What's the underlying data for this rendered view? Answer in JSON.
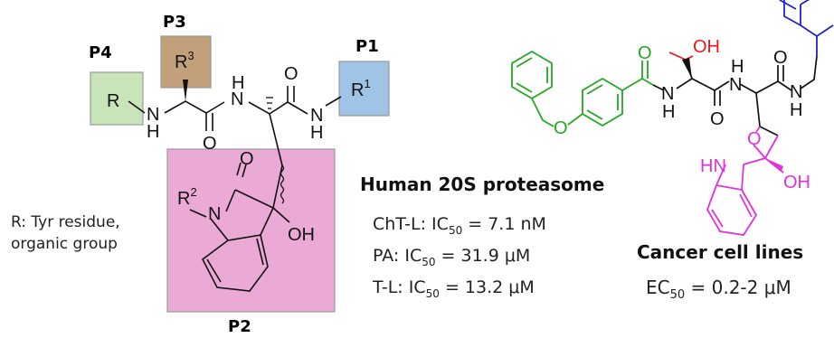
{
  "colors": {
    "p4_box": "#c9e4b9",
    "p3_box": "#c2a07a",
    "p1_box": "#9fc4e6",
    "p2_box": "#eba9d6",
    "box_border": "#9a9a9a",
    "bond": "#111111",
    "green": "#22a822",
    "red": "#e8181a",
    "blue": "#1f24c8",
    "magenta": "#e030e0"
  },
  "left_scaffold": {
    "pocket_labels": [
      "P4",
      "P3",
      "P1",
      "P2"
    ],
    "groups": {
      "r": "R",
      "r3": "R",
      "r3_sup": "3",
      "r1": "R",
      "r1_sup": "1",
      "r2": "R",
      "r2_sup": "2"
    },
    "atoms": {
      "nh1": "N",
      "h1": "H",
      "nh2": "N",
      "h2": "H",
      "nh3": "N",
      "h3": "H",
      "o1": "O",
      "o2": "O",
      "n_ring": "N",
      "o_ring": "O",
      "oh": "OH"
    },
    "r_note": [
      "R: Tyr residue,",
      "organic group"
    ]
  },
  "middle_text": {
    "heading": "Human 20S proteasome",
    "ic50_lines": [
      {
        "prefix": "ChT-L: IC",
        "sub": "50",
        "value": " = 7.1 nM"
      },
      {
        "prefix": "PA: IC",
        "sub": "50",
        "value": " = 31.9 μM"
      },
      {
        "prefix": "T-L: IC",
        "sub": "50",
        "value": " = 13.2 μM"
      }
    ]
  },
  "right_molecule": {
    "atoms": {
      "o_ether": "O",
      "o_amide1": "O",
      "n_amide1": "N",
      "h_amide1": "H",
      "oh_top": "OH",
      "o_amide2": "O",
      "n_amide2": "N",
      "h_amide2": "H",
      "o_amide3": "O",
      "n_amide3": "N",
      "h_amide3": "H",
      "o_lactam": "O",
      "hn_lactam": "HN",
      "oh_bottom": "OH"
    },
    "heading": "Cancer cell lines",
    "ec50": {
      "prefix": "EC",
      "sub": "50",
      "value": " = 0.2-2 μM"
    }
  }
}
